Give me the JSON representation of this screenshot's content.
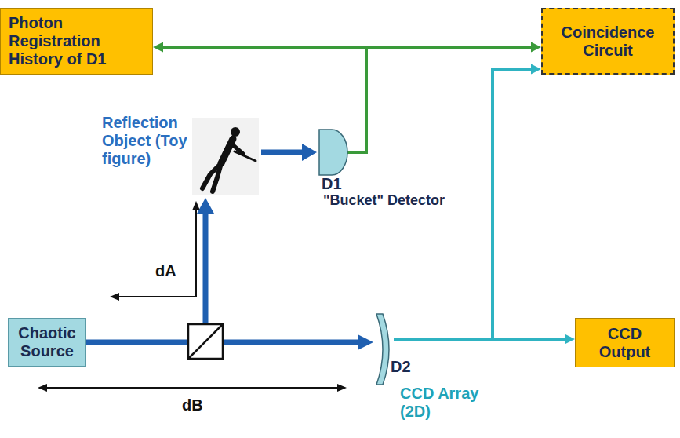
{
  "diagram": {
    "nodes": [
      {
        "text": [
          "Photon Registration History of D1"
        ]
      },
      {
        "text": [
          "Coincidence Circuit"
        ]
      },
      {
        "text": [
          "D1",
          "\"Bucket\" Detector"
        ]
      },
      {
        "text": [
          "Chaotic Source"
        ]
      },
      {
        "text": [
          "D2",
          "CCD Array (2D)"
        ]
      },
      {
        "text": [
          "CCD Output"
        ]
      }
    ],
    "edges": [
      {
        "from": 3,
        "to": 4,
        "arrow": "to"
      },
      {
        "from": 2,
        "to": 0,
        "arrow": "to"
      },
      {
        "from": 2,
        "to": 1,
        "arrow": "to"
      },
      {
        "from": 4,
        "to": 1,
        "arrow": "to"
      },
      {
        "from": 4,
        "to": 5,
        "arrow": "to"
      }
    ],
    "labels": [
      "Reflection Object (Toy figure)",
      "dA",
      "dB"
    ]
  }
}
